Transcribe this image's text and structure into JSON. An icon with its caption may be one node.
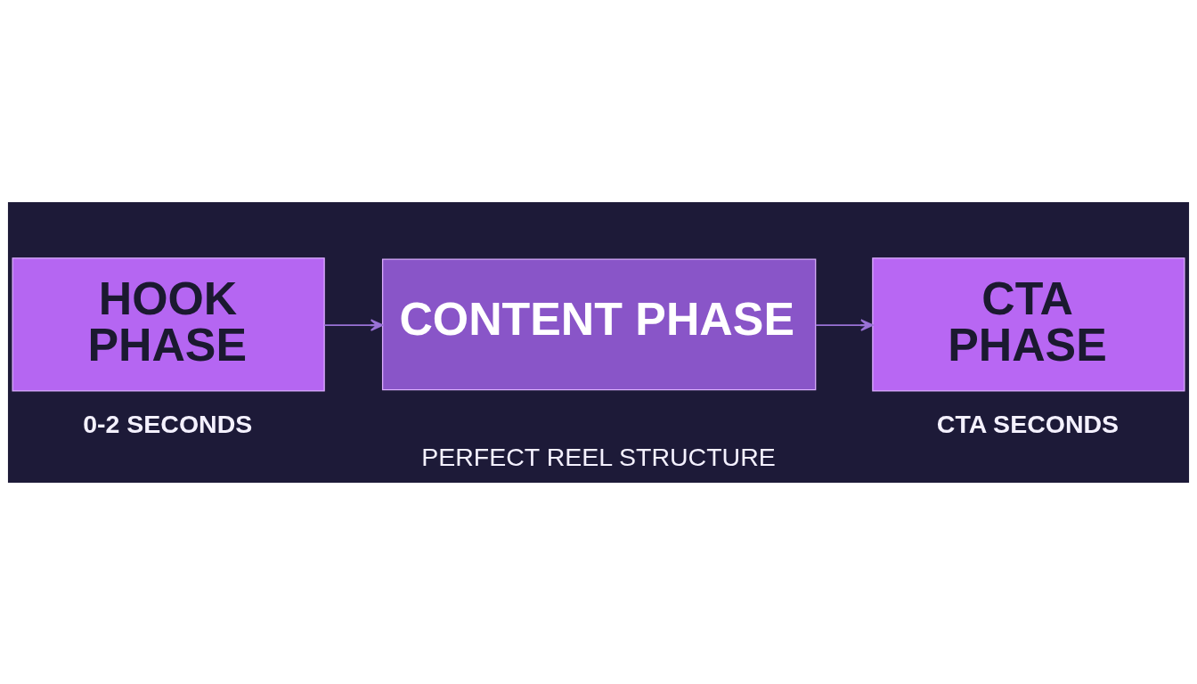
{
  "diagram": {
    "caption": "PERFECT REEL STRUCTURE",
    "nodes": [
      {
        "text": [
          "HOOK PHASE"
        ],
        "beside": [
          "0-2 SECONDS"
        ]
      },
      {
        "text": [
          "CONTENT PHASE"
        ]
      },
      {
        "text": [
          "CTA PHASE"
        ],
        "beside": [
          "CTA SECONDS"
        ]
      }
    ],
    "edges": [
      {
        "from": 0,
        "to": 1,
        "arrow": "to"
      },
      {
        "from": 1,
        "to": 2,
        "arrow": "to"
      }
    ]
  }
}
